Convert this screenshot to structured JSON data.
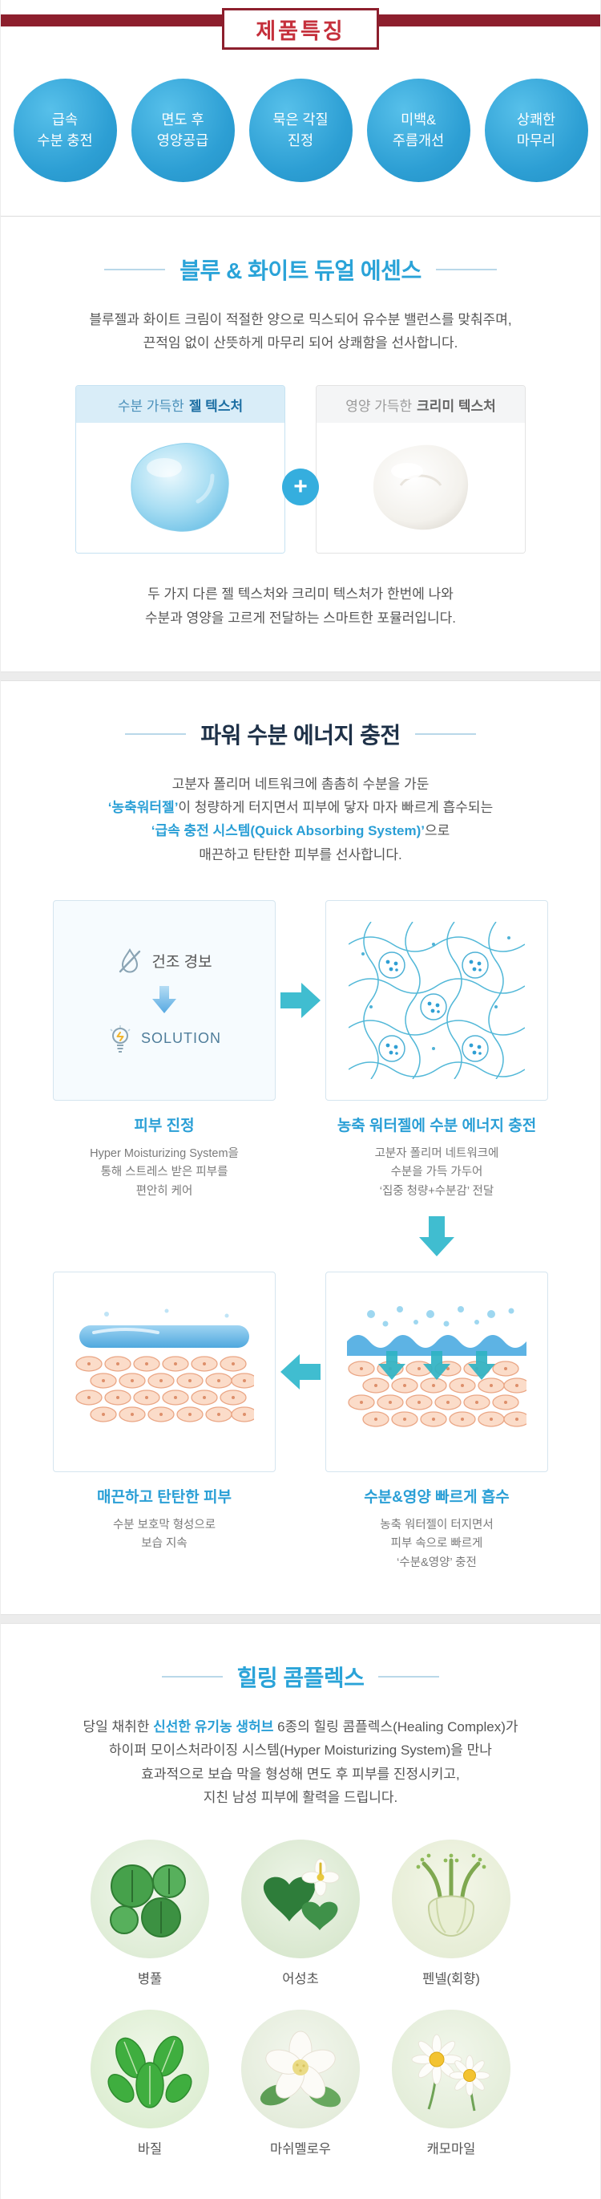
{
  "colors": {
    "accent_blue": "#2aa3d8",
    "accent_teal": "#40bdd0",
    "header_bar_red": "#8d1f2d",
    "header_title_red": "#c5303c",
    "navy_title": "#1e3148"
  },
  "icons": {
    "plus": "plus-icon",
    "dry_alert": "dry-alert-icon",
    "solution_bulb": "lightbulb-icon",
    "flow_right": "arrow-right-icon",
    "flow_down": "arrow-down-icon",
    "flow_left": "arrow-left-icon",
    "alert_small_arrow": "arrow-down-small-icon"
  },
  "header": {
    "title": "제품특징"
  },
  "badges": {
    "items": [
      {
        "line1": "급속",
        "line2": "수분 충전"
      },
      {
        "line1": "면도 후",
        "line2": "영양공급"
      },
      {
        "line1": "묵은 각질",
        "line2": "진정"
      },
      {
        "line1": "미백&",
        "line2": "주름개선"
      },
      {
        "line1": "상쾌한",
        "line2": "마무리"
      }
    ]
  },
  "section1": {
    "title": "블루 & 화이트 듀얼 에센스",
    "desc1": "블루젤과 화이트 크림이 적절한 양으로 믹스되어 유수분 밸런스를 맞춰주며,",
    "desc2": "끈적임 없이 산뜻하게 마무리 되어 상쾌함을 선사합니다.",
    "gel_label_prefix": "수분 가득한",
    "gel_label_bold": "젤 텍스처",
    "cream_label_prefix": "영양 가득한",
    "cream_label_bold": "크리미 텍스처",
    "plus_sign": "+",
    "footer1": "두 가지 다른 젤 텍스처와 크리미 텍스처가 한번에 나와",
    "footer2": "수분과 영양을 고르게 전달하는 스마트한 포뮬러입니다."
  },
  "section2": {
    "title": "파워 수분 에너지 충전",
    "desc_line1": "고분자 폴리머 네트워크에 촘촘히 수분을 가둔",
    "desc_line2_highlight": "‘농축워터젤’",
    "desc_line2_rest": "이 청량하게 터지면서 피부에 닿자 마자 빠르게 흡수되는",
    "desc_line3_highlight": "‘급속 충전 시스템(Quick Absorbing System)’",
    "desc_line3_rest": "으로",
    "desc_line4": "매끈하고 탄탄한 피부를 선사합니다.",
    "card_calm": {
      "alert_label": "건조 경보",
      "solution_label": "SOLUTION",
      "title": "피부 진정",
      "desc1": "Hyper Moisturizing System을",
      "desc2": "통해 스트레스 받은 피부를",
      "desc3": "편안히 케어"
    },
    "card_charge": {
      "title": "농축 워터젤에 수분 에너지 충전",
      "desc1": "고분자 폴리머 네트워크에",
      "desc2": "수분을 가득 가두어",
      "desc3": "‘집중 청량+수분감’ 전달"
    },
    "card_absorb": {
      "title": "수분&영양 빠르게 흡수",
      "desc1": "농축 워터젤이 터지면서",
      "desc2": "피부 속으로 빠르게",
      "desc3": "‘수분&영양’ 충전"
    },
    "card_smooth": {
      "title": "매끈하고 탄탄한 피부",
      "desc1": "수분 보호막 형성으로",
      "desc2": "보습 지속"
    }
  },
  "section3": {
    "title": "힐링 콤플렉스",
    "desc1_prefix": "당일 채취한 ",
    "desc1_highlight": "신선한 유기농 생허브",
    "desc1_rest": " 6종의 힐링 콤플렉스(Healing Complex)가",
    "desc2": "하이퍼 모이스처라이징 시스템(Hyper Moisturizing System)을 만나",
    "desc3": "효과적으로 보습 막을 형성해 면도 후 피부를 진정시키고,",
    "desc4": "지친 남성 피부에 활력을 드립니다.",
    "herbs": [
      {
        "label": "병풀",
        "image": "centella-photo"
      },
      {
        "label": "어성초",
        "image": "houttuynia-photo"
      },
      {
        "label": "펜넬(회향)",
        "image": "fennel-photo"
      },
      {
        "label": "바질",
        "image": "basil-photo"
      },
      {
        "label": "마쉬멜로우",
        "image": "marshmallow-photo"
      },
      {
        "label": "캐모마일",
        "image": "chamomile-photo"
      }
    ]
  }
}
